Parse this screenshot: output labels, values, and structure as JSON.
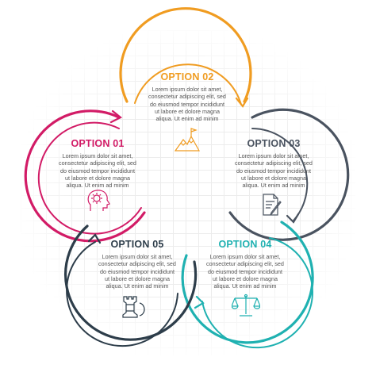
{
  "colors": {
    "option_01": "#d21b66",
    "option_02": "#f09c21",
    "option_03": "#4a5360",
    "option_04": "#1fb1b1",
    "option_05": "#2d3d4a"
  },
  "options": [
    {
      "id": "01",
      "title": "OPTION 01",
      "body": [
        "Lorem ipsum dolor sit amet,",
        "consectetur adipiscing elit, sed",
        "do eiusmod tempor incididunt",
        "ut labore et dolore magna",
        "aliqua. Ut enim ad minim"
      ],
      "icon": "head-gear-icon"
    },
    {
      "id": "02",
      "title": "OPTION 02",
      "body": [
        "Lorem ipsum dolor sit amet,",
        "consectetur adipiscing elit, sed",
        "do eiusmod tempor incididunt",
        "ut labore et dolore magna",
        "aliqua. Ut enim ad minim"
      ],
      "icon": "mountain-flag-icon"
    },
    {
      "id": "03",
      "title": "OPTION 03",
      "body": [
        "Lorem ipsum dolor sit amet,",
        "consectetur adipiscing elit, sed",
        "do eiusmod tempor incididunt",
        "ut labore et dolore magna",
        "aliqua. Ut enim ad minim"
      ],
      "icon": "document-pen-icon"
    },
    {
      "id": "04",
      "title": "OPTION 04",
      "body": [
        "Lorem ipsum dolor sit amet,",
        "consectetur adipiscing elit, sed",
        "do eiusmod tempor incididunt",
        "ut labore et dolore magna",
        "aliqua. Ut enim ad minim"
      ],
      "icon": "balance-scale-icon"
    },
    {
      "id": "05",
      "title": "OPTION 05",
      "body": [
        "Lorem ipsum dolor sit amet,",
        "consectetur adipiscing elit, sed",
        "do eiusmod tempor incididunt",
        "ut labore et dolore magna",
        "aliqua. Ut enim ad minim"
      ],
      "icon": "chess-rook-icon"
    }
  ]
}
